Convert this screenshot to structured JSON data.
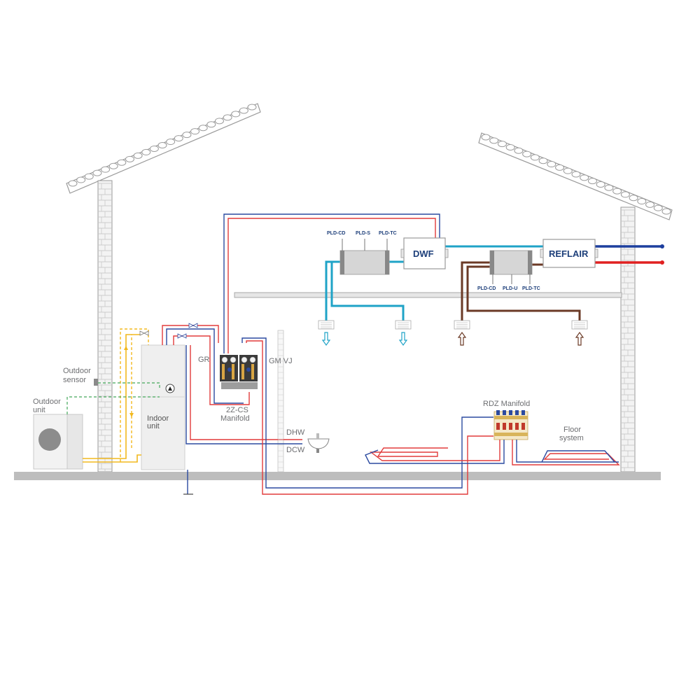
{
  "labels": {
    "outdoor_sensor": [
      "Outdoor",
      "sensor"
    ],
    "outdoor_unit": [
      "Outdoor",
      "unit"
    ],
    "indoor_unit": [
      "Indoor",
      "unit"
    ],
    "gr": "GR",
    "gm_vj": "GM VJ",
    "manifold_2zcs": [
      "2Z-CS",
      "Manifold"
    ],
    "dhw": "DHW",
    "dcw": "DCW",
    "rdz_manifold": "RDZ Manifold",
    "floor_system": [
      "Floor",
      "system"
    ],
    "dwf": "DWF",
    "reflair": "REFLAIR",
    "pld_cd_top": "PLD-CD",
    "pld_s": "PLD-S",
    "pld_tc_top": "PLD-TC",
    "pld_cd_bottom": "PLD-CD",
    "pld_u": "PLD-U",
    "pld_tc_bottom": "PLD-TC"
  },
  "colors": {
    "hot_pipe": "#e23b3b",
    "cold_pipe": "#2b4aa0",
    "supply_air": "#1fa3c7",
    "extract_air": "#6b3a26",
    "refrigerant": "#f2b81e",
    "sensor_wire": "#43a85a",
    "wall": "#b7b7b7",
    "box_text": "#1d3f7a"
  },
  "icons": [
    "roof-tiles",
    "brick-chimney",
    "fan-icon",
    "pump-icon",
    "valve-icon",
    "air-grille-icon",
    "arrow-down-icon",
    "arrow-up-icon",
    "washbasin-icon",
    "ground-icon"
  ]
}
